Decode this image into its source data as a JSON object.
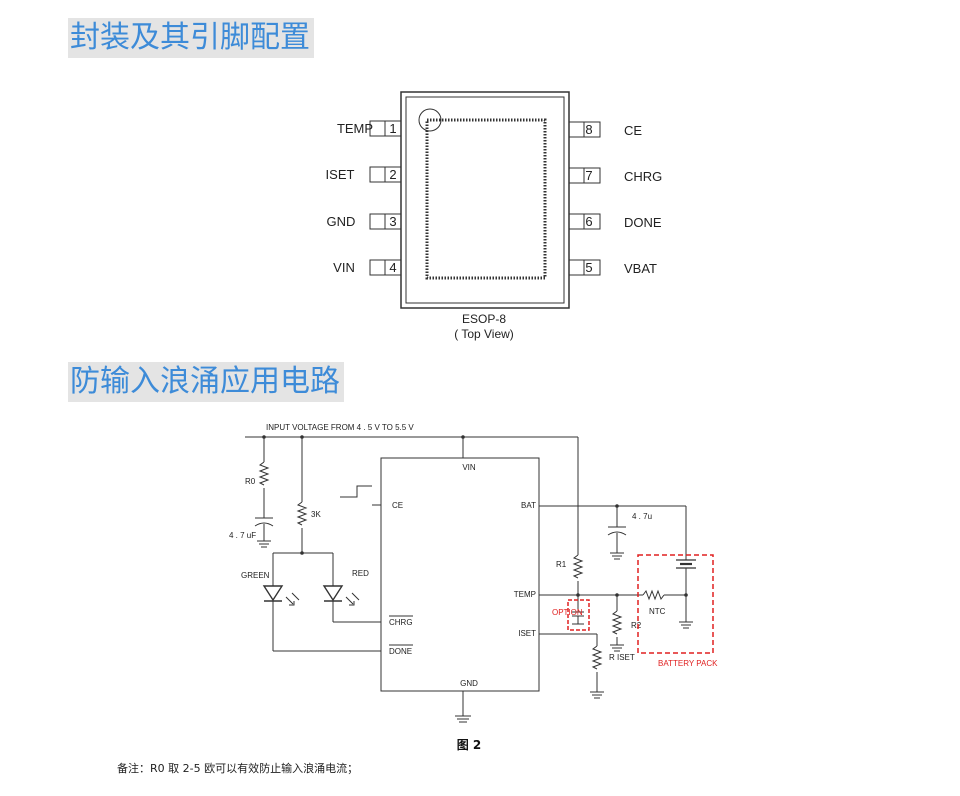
{
  "headings": {
    "pinout": "封装及其引脚配置",
    "circuit": "防输入浪涌应用电路"
  },
  "package": {
    "name": "ESOP-8",
    "view": "( Top View)",
    "left_pins": [
      {
        "num": "1",
        "label": "TEMP"
      },
      {
        "num": "2",
        "label": "ISET"
      },
      {
        "num": "3",
        "label": "GND"
      },
      {
        "num": "4",
        "label": "VIN"
      }
    ],
    "right_pins": [
      {
        "num": "8",
        "label": "CE"
      },
      {
        "num": "7",
        "label": "CHRG"
      },
      {
        "num": "6",
        "label": "DONE"
      },
      {
        "num": "5",
        "label": "VBAT"
      }
    ]
  },
  "schematic": {
    "input_label": "INPUT VOLTAGE FROM   4 . 5    V TO  5.5 V",
    "ic_pins": {
      "vin": "VIN",
      "ce": "CE",
      "bat": "BAT",
      "temp": "TEMP",
      "chrg": "CHRG",
      "done": "DONE",
      "iset": "ISET",
      "gnd": "GND"
    },
    "components": {
      "r0": "R0",
      "c_in": "4 . 7 uF",
      "r_3k": "3K",
      "led_green": "GREEN",
      "led_red": "RED",
      "c_out": "4 . 7u",
      "r1": "R1",
      "option": "OPTION",
      "r2": "R2",
      "ntc": "NTC",
      "r_iset": "R  ISET",
      "battery_pack": "BATTERY PACK"
    },
    "figure_label": "图 2"
  },
  "note": "备注：R0 取 2-5 欧可以有效防止输入浪涌电流；"
}
